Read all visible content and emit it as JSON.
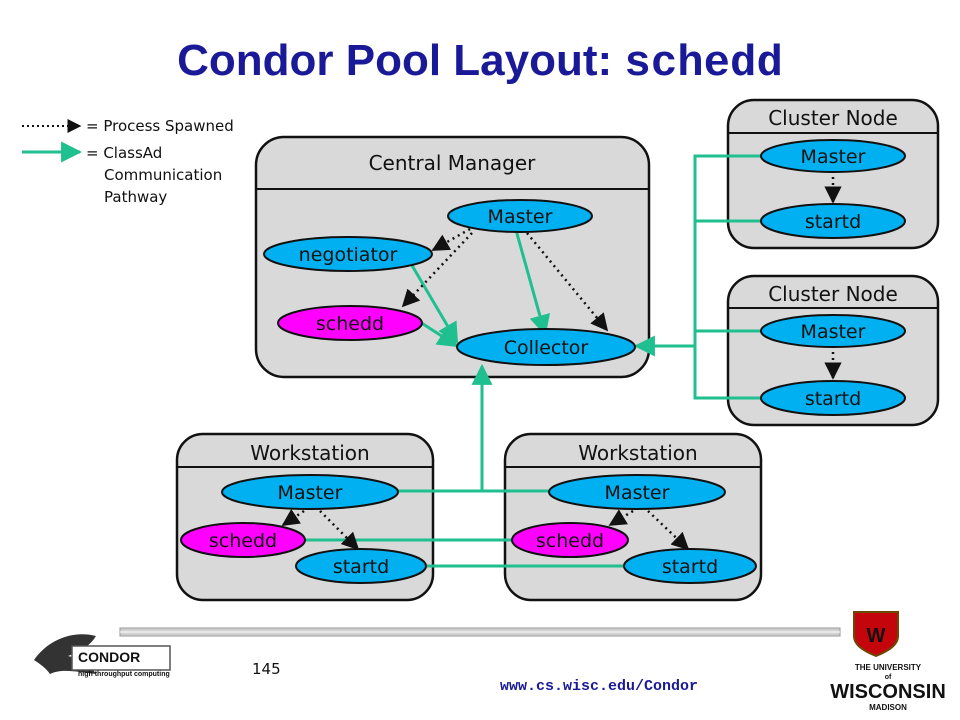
{
  "title": {
    "prefix": "Condor Pool Layout: ",
    "mono": "schedd"
  },
  "legend": {
    "spawned": "= Process Spawned",
    "classad_line1": "= ClassAd",
    "classad_line2": "Communication",
    "classad_line3": "Pathway"
  },
  "central_manager": {
    "label": "Central Manager",
    "master": "Master",
    "negotiator": "negotiator",
    "schedd": "schedd",
    "collector": "Collector"
  },
  "cluster_nodes": [
    {
      "label": "Cluster Node",
      "master": "Master",
      "startd": "startd"
    },
    {
      "label": "Cluster Node",
      "master": "Master",
      "startd": "startd"
    }
  ],
  "workstations": [
    {
      "label": "Workstation",
      "master": "Master",
      "schedd": "schedd",
      "startd": "startd"
    },
    {
      "label": "Workstation",
      "master": "Master",
      "schedd": "schedd",
      "startd": "startd"
    }
  ],
  "footer": {
    "page": "145",
    "url": "www.cs.wisc.edu/Condor"
  },
  "logos": {
    "condor": "CONDOR",
    "condor_tag": "high throughput computing",
    "uw_line1": "THE UNIVERSITY",
    "uw_line2": "of",
    "uw_line3": "WISCONSIN",
    "uw_line4": "MADISON",
    "crest_letter": "W"
  },
  "colors": {
    "title": "#1a1a99",
    "box_fill": "#d9d9d9",
    "daemon_blue": "#00b0f0",
    "daemon_magenta": "#ff00ff",
    "classad_path": "#1fbf8f",
    "uw_red": "#c5050c"
  }
}
